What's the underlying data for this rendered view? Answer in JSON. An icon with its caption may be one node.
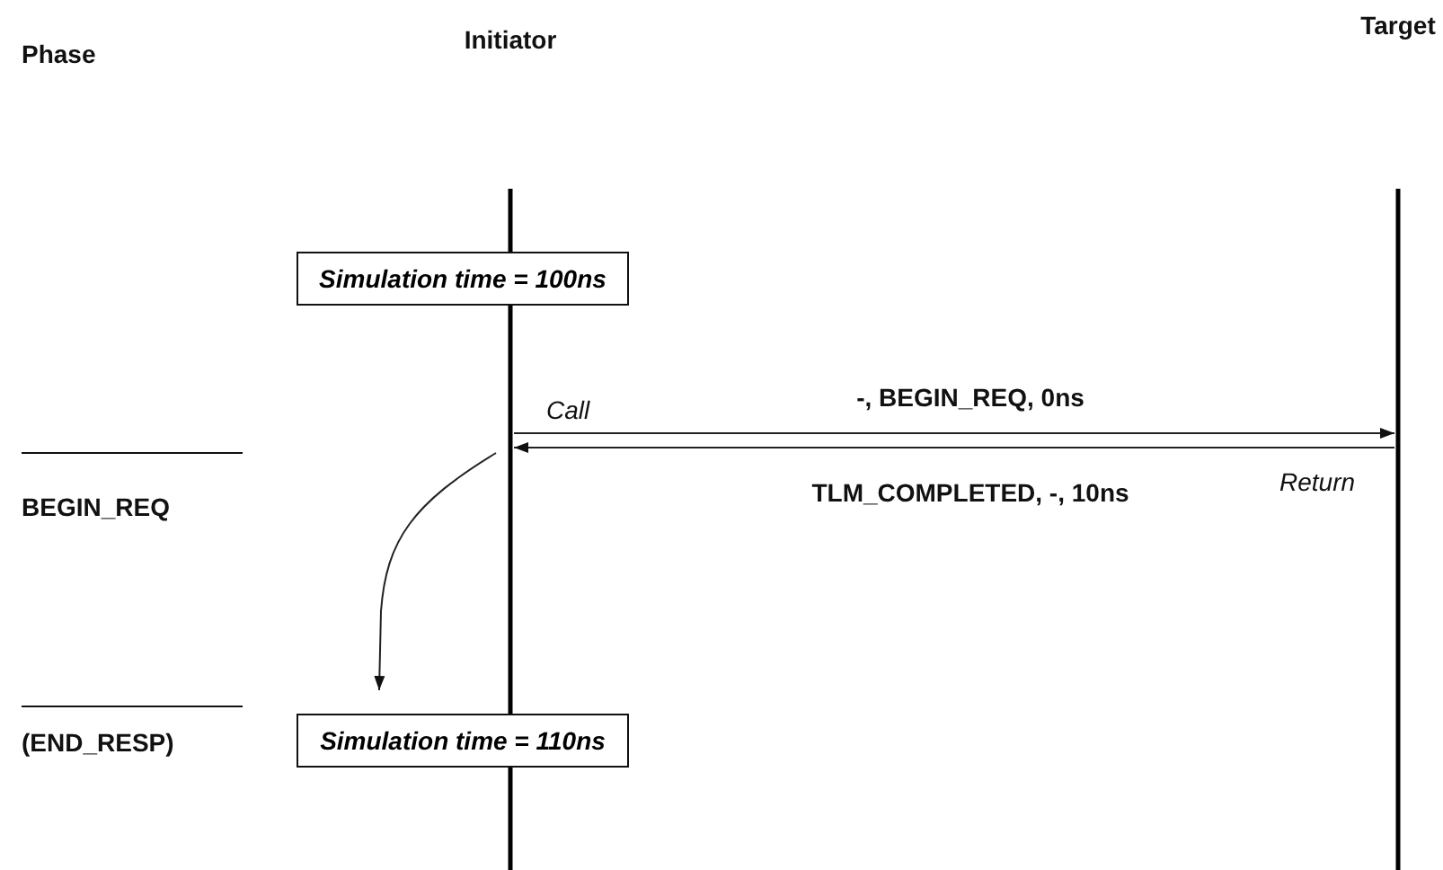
{
  "diagram": {
    "nodes": [
      {
        "text": [
          "Initiator"
        ]
      },
      {
        "text": [
          "Target"
        ]
      },
      {
        "text": [
          "Simulation time = 100ns"
        ]
      },
      {
        "text": [
          "Simulation time = 110ns"
        ]
      }
    ],
    "edges": [
      {
        "from": 0,
        "to": 1,
        "arrow": "to",
        "label": "-, BEGIN_REQ, 0ns"
      },
      {
        "from": 1,
        "to": 0,
        "arrow": "to",
        "label": "TLM_COMPLETED, -, 10ns"
      },
      {
        "from": 0,
        "to": 3,
        "arrow": "to"
      }
    ],
    "labels": [
      "Phase",
      "Call",
      "BEGIN_REQ",
      "Return",
      "(END_RESP)"
    ]
  }
}
